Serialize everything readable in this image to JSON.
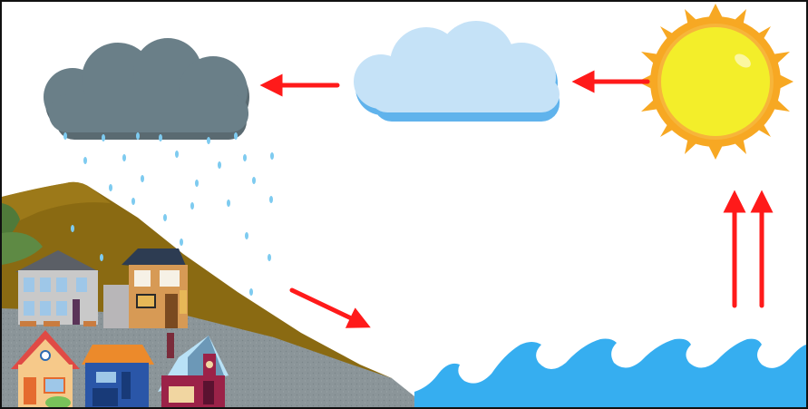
{
  "diagram": {
    "subject": "water-cycle",
    "stages": [
      "evaporation",
      "condensation",
      "precipitation",
      "runoff"
    ],
    "elements": {
      "sun": "sun-icon",
      "white_cloud": "white-cloud-icon",
      "rain_cloud": "rain-cloud-icon",
      "raindrops": "raindrop-icon",
      "hill": "hill-icon",
      "houses": "house-icon",
      "water": "ocean-waves-icon"
    },
    "arrows": [
      {
        "id": "evaporation-arrow",
        "direction": "up",
        "count": 2
      },
      {
        "id": "sun-to-cloud-arrow",
        "direction": "left"
      },
      {
        "id": "cloud-to-raincloud-arrow",
        "direction": "left"
      },
      {
        "id": "runoff-arrow",
        "direction": "down-right"
      }
    ]
  },
  "colors": {
    "arrow": "#ff1a1a",
    "sun_core": "#f3ee2a",
    "sun_rays": "#f7a823",
    "white_cloud": "#c5e2f7",
    "white_cloud_shadow": "#60b3ec",
    "rain_cloud": "#6a7f88",
    "rain_cloud_shadow": "#5a6a71",
    "raindrop": "#7ecbf0",
    "hill": "#8a6a12",
    "hill_green": "#4f7a3a",
    "ground": "#8b9599",
    "water": "#36aef0",
    "frame_border": "#111111"
  }
}
